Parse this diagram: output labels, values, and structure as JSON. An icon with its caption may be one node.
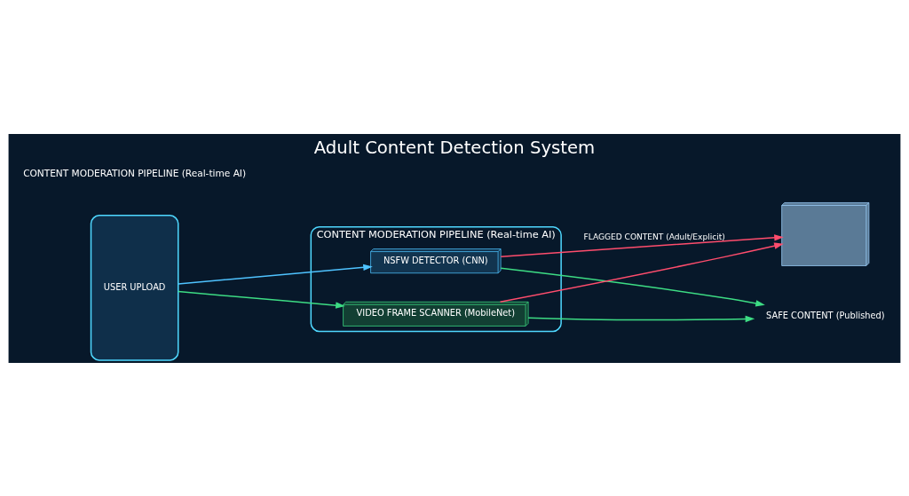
{
  "diagram": {
    "title": "Adult Content Detection System",
    "nodes": [
      {
        "text": [
          "USER UPLOAD"
        ]
      },
      {
        "text": [
          "CONTENT MODERATION PIPELINE (Real-time AI)"
        ]
      },
      {
        "text": [
          "NSFW DETECTOR (CNN)"
        ],
        "in": 1
      },
      {
        "text": [
          "VIDEO FRAME SCANNER (MobileNet)"
        ],
        "in": 1
      },
      {
        "text": [],
        "shape": "picture"
      },
      {
        "text": [
          "SAFE CONTENT (Published)"
        ]
      }
    ],
    "edges": [
      {
        "from": 0,
        "to": 2,
        "arrow": "to",
        "color": "#4fc3ff"
      },
      {
        "from": 0,
        "to": 3,
        "arrow": "to",
        "color": "#3ddc84"
      },
      {
        "from": 2,
        "to": 4,
        "arrow": "to",
        "label": "FLAGGED CONTENT (Adult/Explicit)",
        "color": "#ff4d6d"
      },
      {
        "from": 3,
        "to": 4,
        "arrow": "to",
        "color": "#ff4d6d"
      },
      {
        "from": 2,
        "to": 5,
        "arrow": "to",
        "color": "#3ddc84"
      },
      {
        "from": 3,
        "to": 5,
        "arrow": "to",
        "color": "#3ddc84"
      }
    ],
    "labels": [
      "CONTENT MODERATION PIPELINE (Real-time AI)"
    ]
  }
}
